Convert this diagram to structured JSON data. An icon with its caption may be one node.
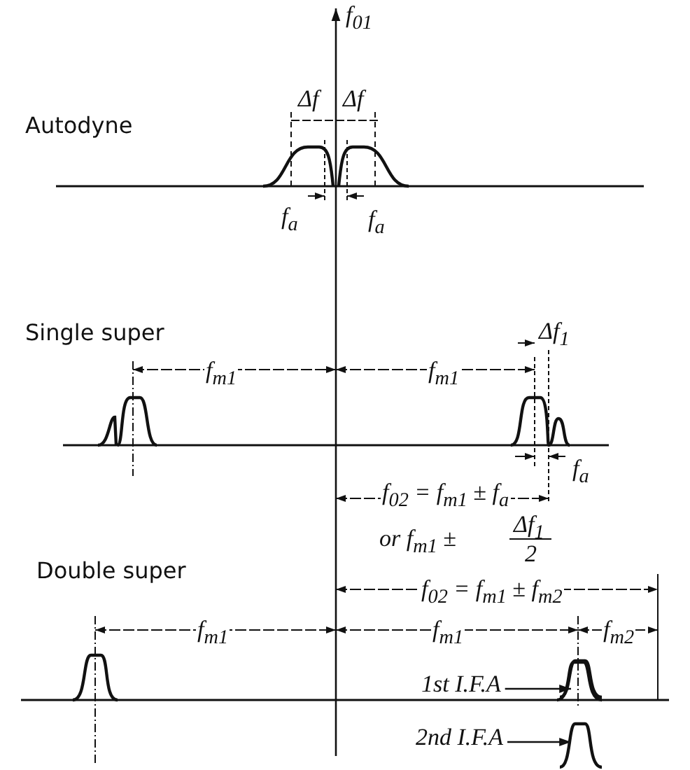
{
  "diagram": {
    "nodes": [
      {
        "text": [
          "1st I.F.A"
        ]
      },
      {
        "text": [],
        "shape": "picture"
      },
      {
        "text": [
          "2nd I.F.A"
        ]
      },
      {
        "text": [],
        "shape": "picture"
      }
    ],
    "edges": [
      {
        "from": 0,
        "to": 1,
        "arrow": "to"
      },
      {
        "from": 2,
        "to": 3,
        "arrow": "to"
      }
    ],
    "labels": [
      "f$_{01}$",
      "Δf",
      "Δf",
      "Autodyne",
      "f$_{a}$",
      "f$_{a}$",
      "Single super",
      "Δf$_{1}$",
      "f$_{m1}$",
      "f$_{m1}$",
      "f$_{a}$",
      "f$_{02}$ = f$_{m1}$ ± f$_{a}$",
      "or f$_{m1}$ ±",
      "Δf$_{1}$",
      "2",
      "Double super",
      "f$_{02}$ = f$_{m1}$ ± f$_{m2}$",
      "f$_{m1}$",
      "f$_{m1}$",
      "f$_{m2}$"
    ]
  }
}
